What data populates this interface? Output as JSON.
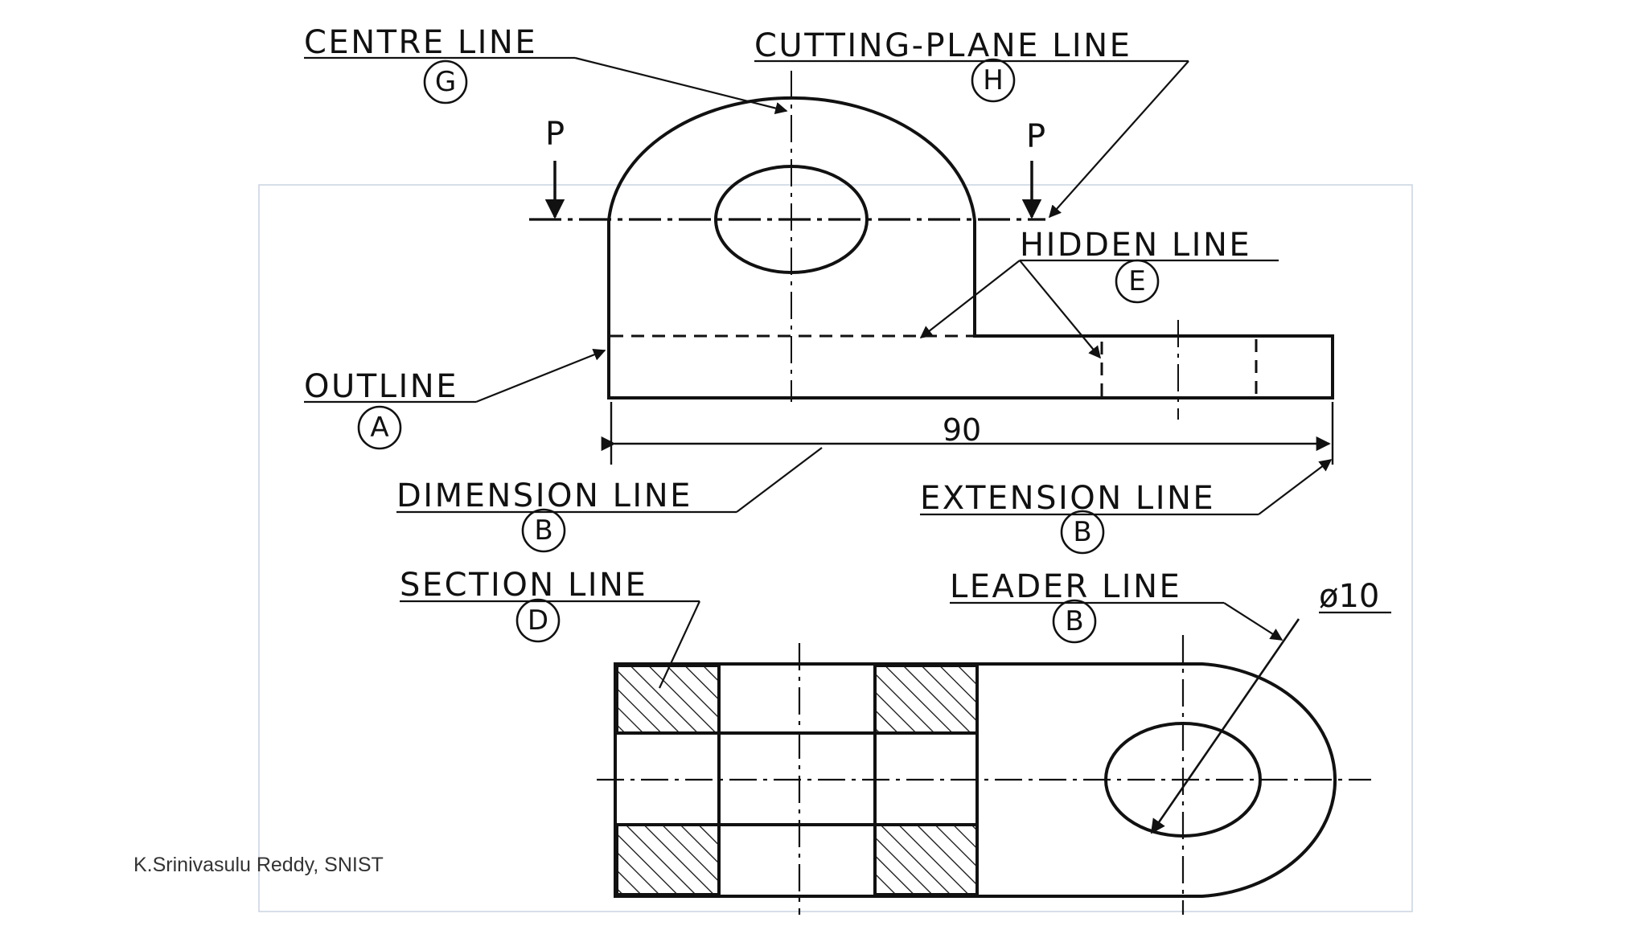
{
  "labels": {
    "centre_line": {
      "text": "CENTRE LINE",
      "tag": "G"
    },
    "cutting_plane_line": {
      "text": "CUTTING-PLANE LINE",
      "tag": "H"
    },
    "hidden_line": {
      "text": "HIDDEN LINE",
      "tag": "E"
    },
    "outline": {
      "text": "OUTLINE",
      "tag": "A"
    },
    "dimension_line": {
      "text": "DIMENSION LINE",
      "tag": "B"
    },
    "extension_line": {
      "text": "EXTENSION LINE",
      "tag": "B"
    },
    "section_line": {
      "text": "SECTION LINE",
      "tag": "D"
    },
    "leader_line": {
      "text": "LEADER LINE",
      "tag": "B"
    }
  },
  "cutting_plane_marks": [
    "P",
    "P"
  ],
  "dimension_value": "90",
  "diameter_callout": "ø10",
  "footer": "K.Srinivasulu Reddy, SNIST"
}
